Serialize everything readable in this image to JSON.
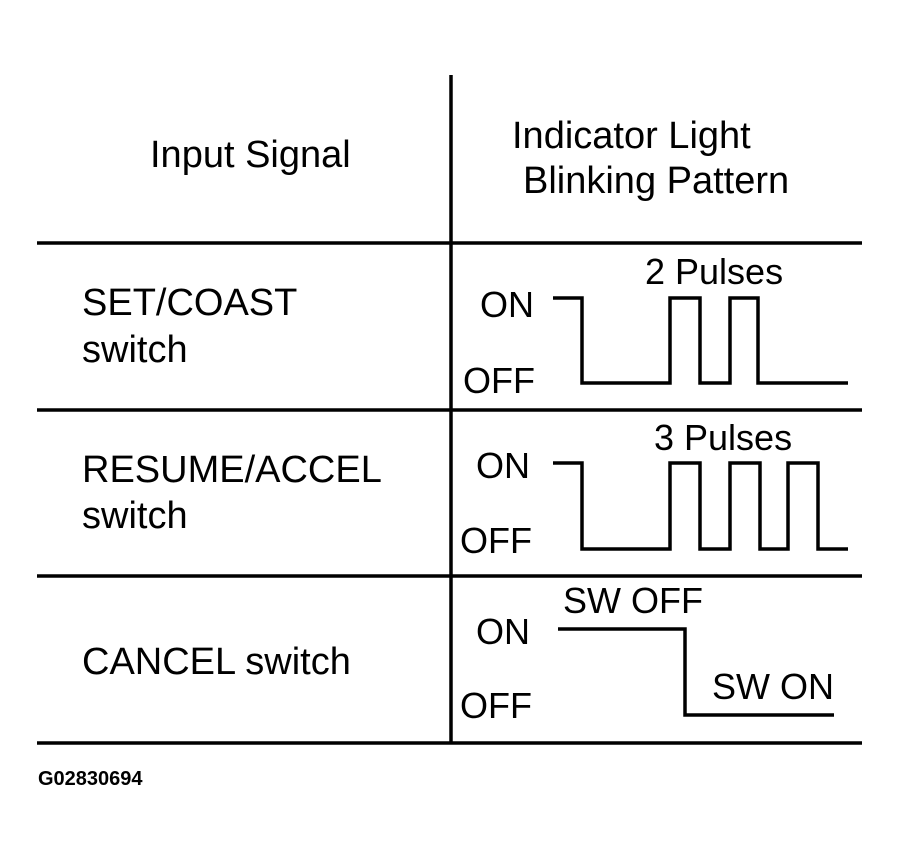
{
  "header": {
    "col1": "Input Signal",
    "col2_line1": "Indicator Light",
    "col2_line2": "Blinking Pattern"
  },
  "rows": [
    {
      "label_line1": "SET/COAST",
      "label_line2": "switch",
      "on_label": "ON",
      "off_label": "OFF",
      "annotation": "2 Pulses",
      "pulses": 2
    },
    {
      "label_line1": "RESUME/ACCEL",
      "label_line2": "switch",
      "on_label": "ON",
      "off_label": "OFF",
      "annotation": "3 Pulses",
      "pulses": 3
    },
    {
      "label_line1": "CANCEL switch",
      "on_label": "ON",
      "off_label": "OFF",
      "annotation_high": "SW OFF",
      "annotation_low": "SW ON"
    }
  ],
  "figure_id": "G02830694"
}
